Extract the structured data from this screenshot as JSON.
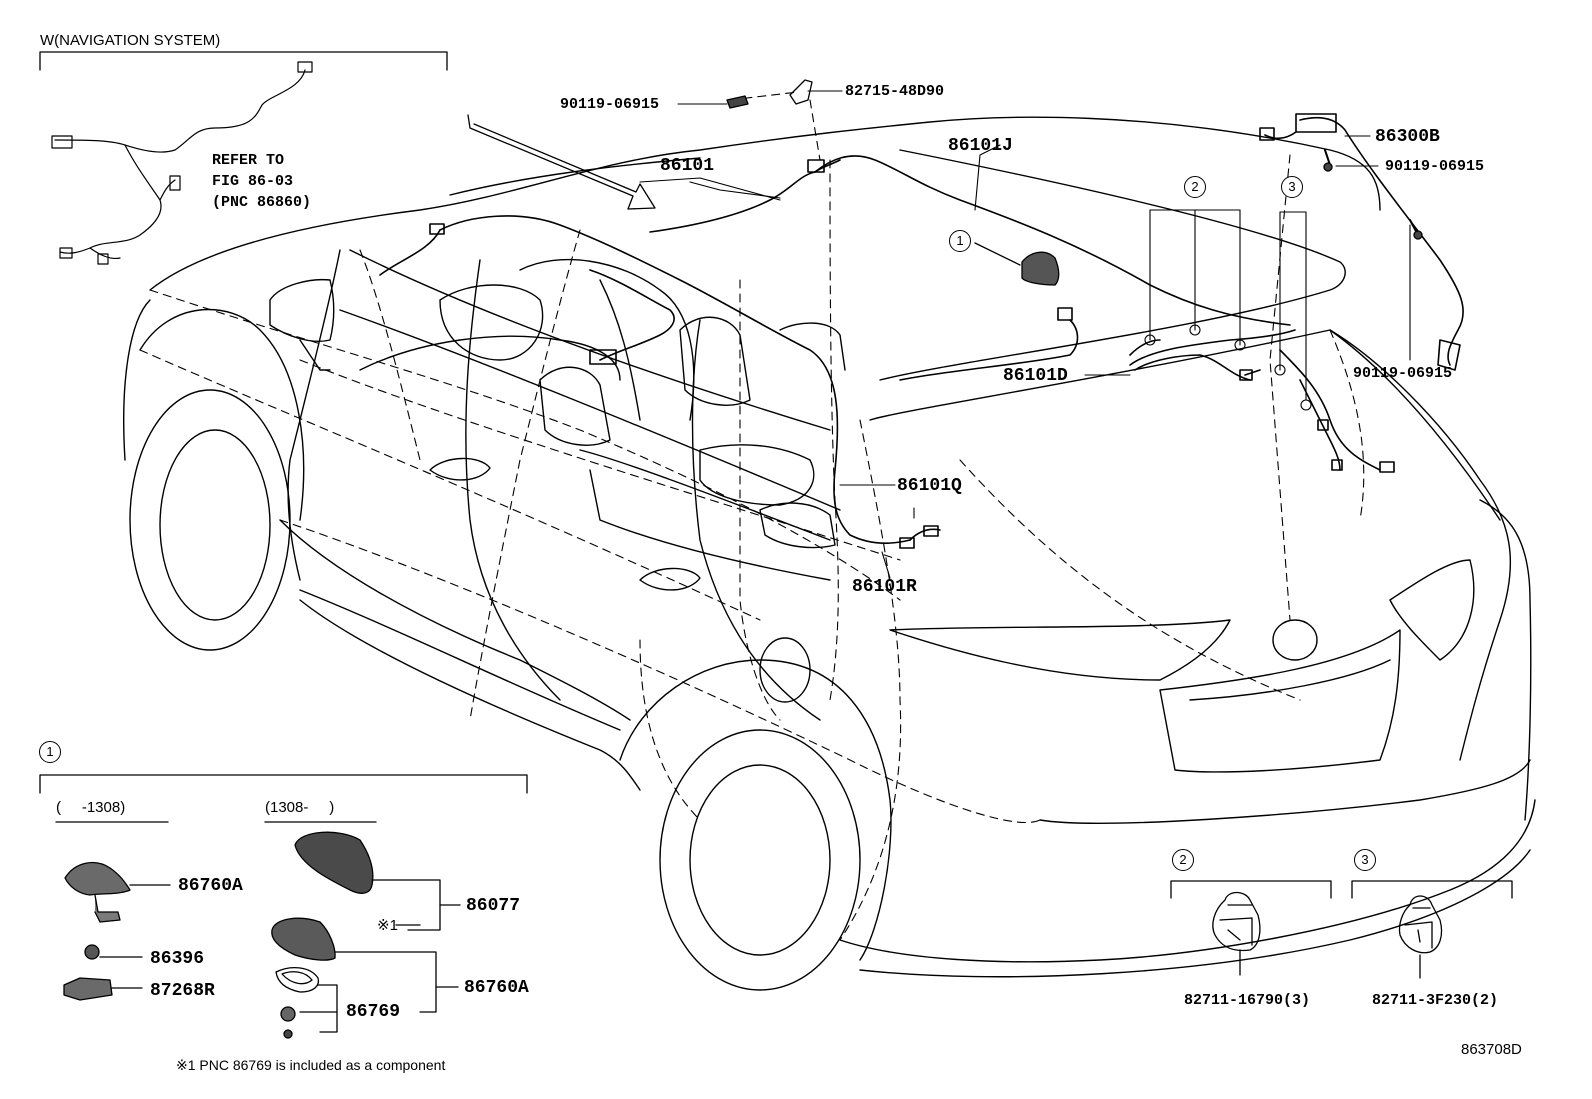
{
  "section_title": "W(NAVIGATION SYSTEM)",
  "refer_note": [
    "REFER TO",
    "FIG 86-03",
    "(PNC 86860)"
  ],
  "callouts": {
    "c1": "1",
    "c2": "2",
    "c3": "3"
  },
  "parts": {
    "p90119_top": "90119-06915",
    "p82715": "82715-48D90",
    "p86101": "86101",
    "p86101J": "86101J",
    "p86300B": "86300B",
    "p90119_right1": "90119-06915",
    "p90119_right2": "90119-06915",
    "p86101D": "86101D",
    "p86101Q": "86101Q",
    "p86101R": "86101R",
    "p86760A_a": "86760A",
    "p86396": "86396",
    "p87268R": "87268R",
    "p86077": "86077",
    "p86760A_b": "86760A",
    "p86769": "86769",
    "p82711_16790": "82711-16790(3)",
    "p82711_3F230": "82711-3F230(2)"
  },
  "date_ranges": {
    "old": "(     -1308)",
    "new": "(1308-     )"
  },
  "note_mark": "※1",
  "footnote": "※1 PNC 86769 is included as a component",
  "figure_id": "863708D"
}
